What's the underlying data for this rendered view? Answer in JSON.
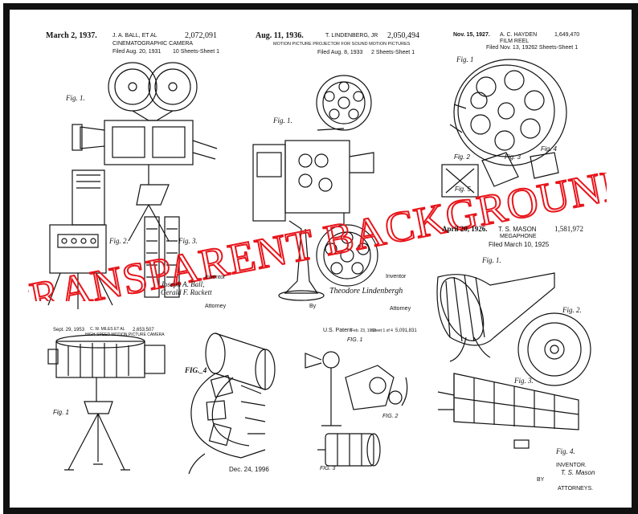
{
  "poster": {
    "border_color": "#111111",
    "watermark": {
      "text": "TRANSPARENT BACKGROUND",
      "color": "#e8151b"
    }
  },
  "patents": {
    "ball": {
      "date": "March 2, 1937.",
      "inventor": "J. A. BALL, ET AL",
      "number": "2,072,091",
      "title": "CINEMATOGRAPHIC CAMERA",
      "filed": "Filed Aug. 20, 1931",
      "sheets": "10 Sheets-Sheet 1",
      "fig1": "Fig. 1.",
      "fig2": "Fig. 2.",
      "fig3": "Fig. 3.",
      "inventors_label": "Inventor",
      "signature1": "Joseph A. Ball,",
      "signature2": "Gerald F. Rackett",
      "attorney_label": "Attorney"
    },
    "lindenberg": {
      "date": "Aug. 11, 1936.",
      "inventor": "T. LINDENBERG, JR",
      "number": "2,050,494",
      "title": "MOTION PICTURE PROJECTOR FOR SOUND MOTION PICTURES",
      "filed": "Filed Aug. 8, 1933",
      "sheets": "2 Sheets-Sheet 1",
      "fig1": "Fig. 1.",
      "inventor_label": "Inventor",
      "signature": "Theodore Lindenbergh",
      "by": "By",
      "attorney_label": "Attorney"
    },
    "hayden": {
      "date": "Nov. 15, 1927.",
      "inventor": "A. C. HAYDEN",
      "number": "1,649,470",
      "title": "FILM REEL",
      "filed": "Filed Nov. 13, 1926",
      "sheets": "2 Sheets-Sheet 1",
      "fig1": "Fig. 1",
      "fig2": "Fig. 2",
      "fig3": "Fig. 3",
      "fig4": "Fig. 4",
      "fig5": "Fig. 5"
    },
    "mason": {
      "date": "April 20, 1926.",
      "inventor": "T. S. MASON",
      "number": "1,581,972",
      "title": "MEGAPHONE",
      "filed": "Filed March 10, 1925",
      "fig1": "Fig. 1.",
      "fig2": "Fig. 2.",
      "fig3": "Fig. 3.",
      "fig4": "Fig. 4.",
      "inventor_label": "INVENTOR.",
      "signature": "T. S. Mason",
      "by": "BY",
      "attorney_label": "ATTORNEYS."
    },
    "miles": {
      "date": "Sept. 29, 1953",
      "inventor": "C. W. MILES ET AL",
      "number": "2,653,507",
      "title": "HIGH-SPEED MOTION PICTURE CAMERA",
      "fig1": "Fig. 1"
    },
    "film": {
      "fig": "FIG._4",
      "date": "Dec. 24, 1996"
    },
    "us": {
      "label": "U.S. Patent",
      "date": "Feb. 23, 1982",
      "sheet": "Sheet 1 of 4",
      "number": "5,091,831",
      "fig1": "FIG. 1",
      "fig2": "FIG. 2",
      "fig3": "FIG. 3"
    }
  }
}
